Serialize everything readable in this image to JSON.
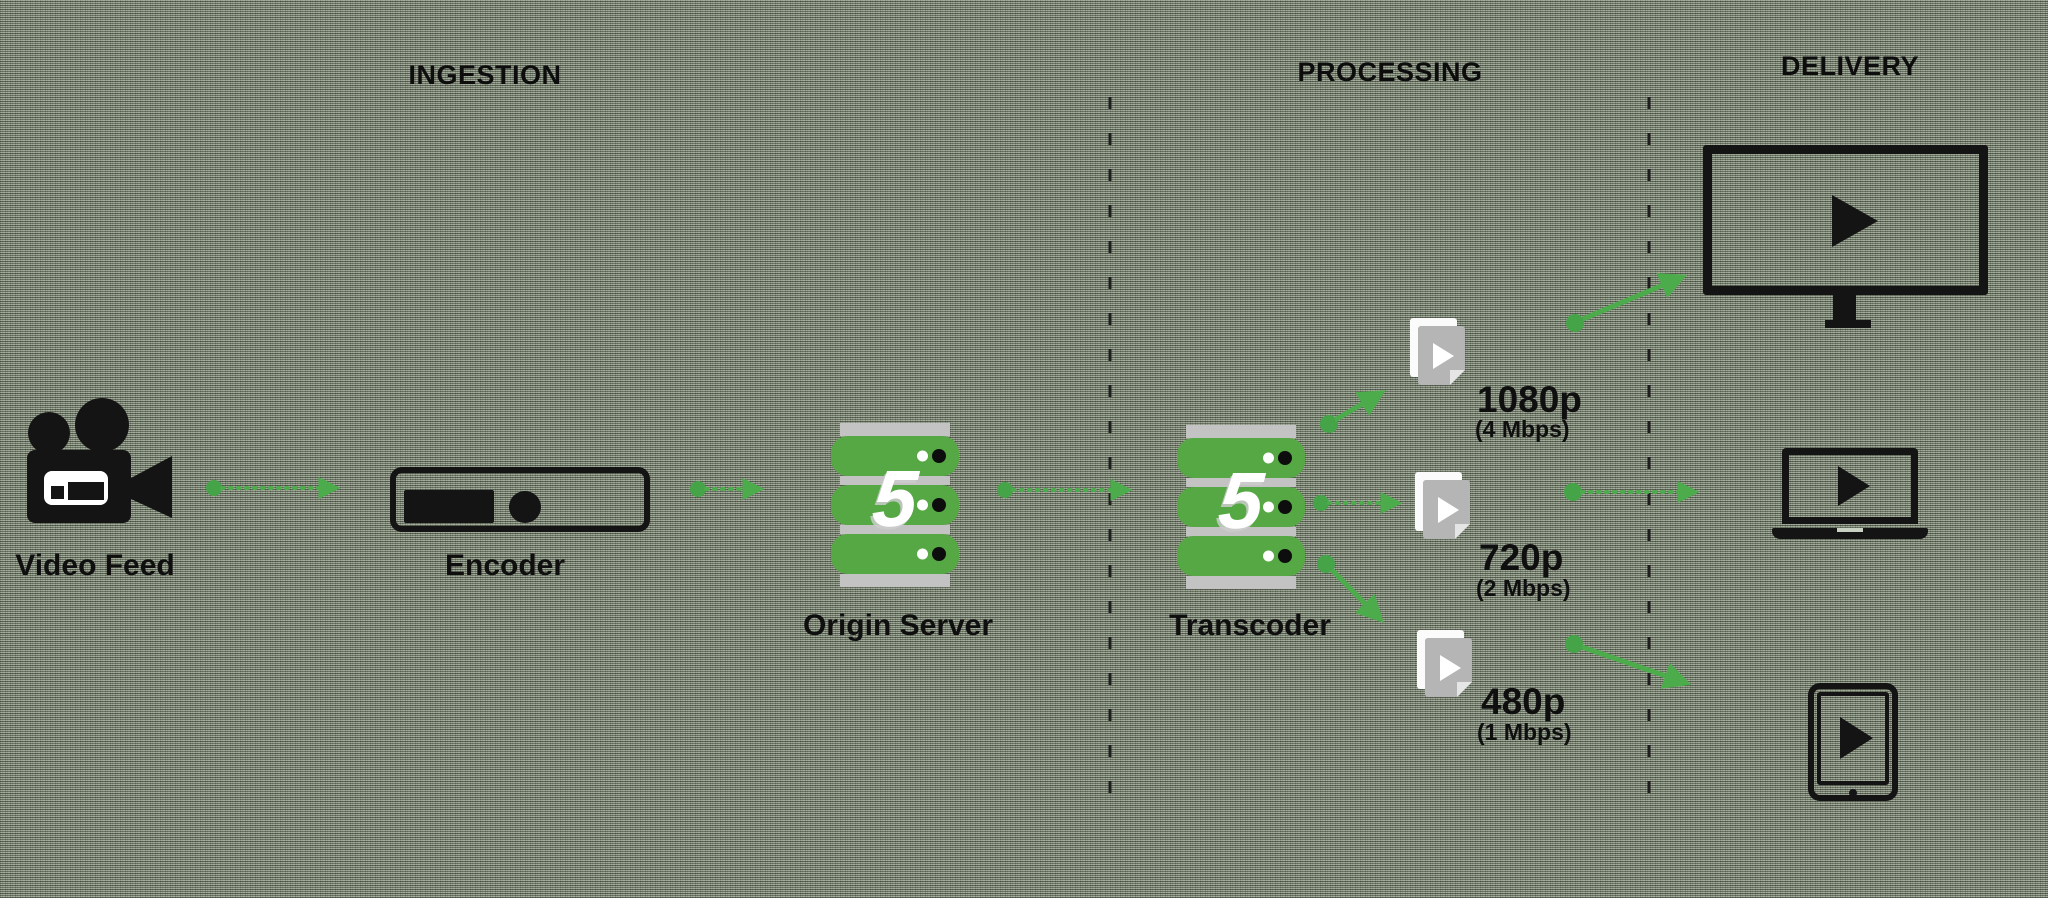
{
  "header": {
    "sections": [
      {
        "id": "ingestion",
        "label": "INGESTION"
      },
      {
        "id": "processing",
        "label": "PROCESSING"
      },
      {
        "id": "delivery",
        "label": "DELIVERY"
      }
    ]
  },
  "nodes": {
    "video_feed": {
      "label": "Video Feed"
    },
    "encoder": {
      "label": "Encoder"
    },
    "origin_server": {
      "label": "Origin Server",
      "logo": "5"
    },
    "transcoder": {
      "label": "Transcoder",
      "logo": "5"
    }
  },
  "renditions": [
    {
      "resolution": "1080p",
      "bitrate": "(4 Mbps)"
    },
    {
      "resolution": "720p",
      "bitrate": "(2 Mbps)"
    },
    {
      "resolution": "480p",
      "bitrate": "(1 Mbps)"
    }
  ],
  "devices": [
    {
      "name": "tv-monitor"
    },
    {
      "name": "laptop"
    },
    {
      "name": "tablet"
    }
  ],
  "colors": {
    "arrow_green": "#4cac4c",
    "server_green": "#55a843",
    "cap_gray": "#c3c3c3",
    "file_gray": "#b5b5b5",
    "ink": "#141414"
  }
}
